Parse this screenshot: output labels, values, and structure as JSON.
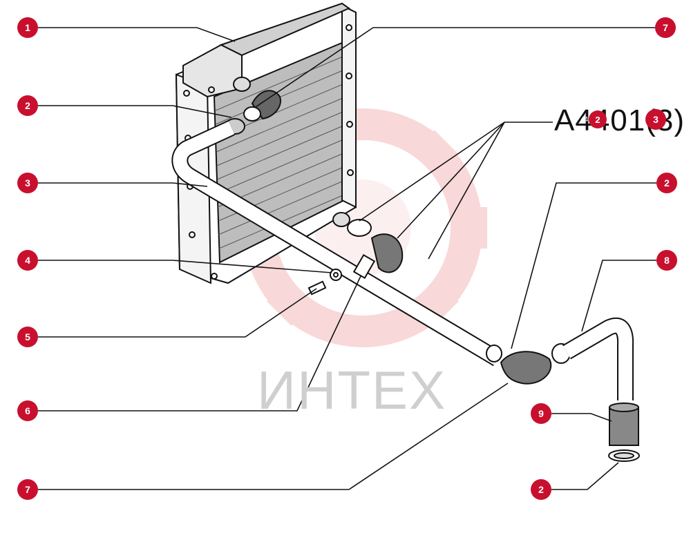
{
  "diagram": {
    "assembly_code": "A4401(3)",
    "assembly_tag_small": "44.01",
    "watermark_text": "ИНТЕХ",
    "accent_color": "#c8102e",
    "watermark_color": "#f3b9b9",
    "callouts": [
      {
        "label": "1"
      },
      {
        "label": "2"
      },
      {
        "label": "3"
      },
      {
        "label": "4"
      },
      {
        "label": "5"
      },
      {
        "label": "6"
      },
      {
        "label": "7"
      },
      {
        "label": "7"
      },
      {
        "label": "2"
      },
      {
        "label": "2"
      },
      {
        "label": "8"
      },
      {
        "label": "9"
      },
      {
        "label": "2"
      },
      {
        "label": "3"
      }
    ]
  }
}
